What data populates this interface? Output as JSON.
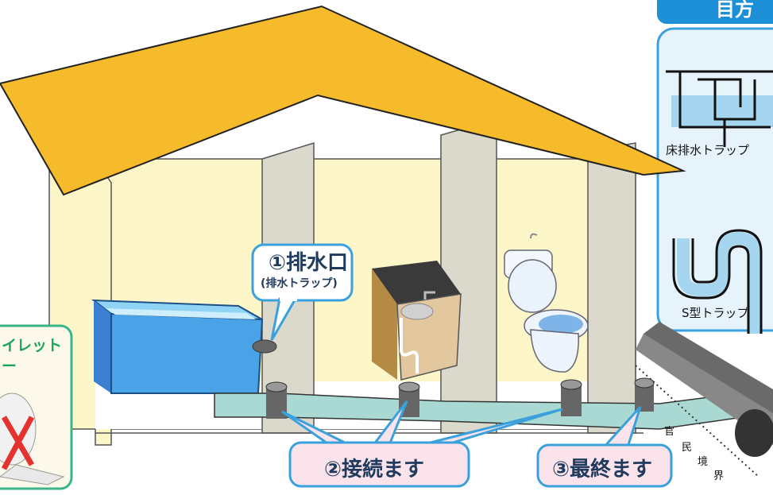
{
  "right_panel": {
    "header": "目方",
    "traps": [
      {
        "label": "床排水トラップ"
      },
      {
        "label": "S型トラップ"
      }
    ]
  },
  "left_panel": {
    "title_line1": "イレット",
    "title_line2": "ー"
  },
  "callouts": {
    "drain": {
      "main": "①排水口",
      "sub": "(排水トラップ)"
    },
    "connect": {
      "label": "②接続ます"
    },
    "final": {
      "label": "③最終ます"
    }
  },
  "boundary": {
    "chars": [
      "官",
      "民",
      "境",
      "界"
    ]
  },
  "colors": {
    "roof": "#f6bb2b",
    "wall": "#fdf6c8",
    "partition": "#dad9cc",
    "pipe": "#a9d9d2",
    "callout_border": "#3aa1dd",
    "callout_fill": "#fbe3ec",
    "panel_fill": "#e6f3fb",
    "panel_header": "#1d8fd6",
    "left_panel_border": "#3ab58a",
    "no_mark": "#e4332f"
  }
}
